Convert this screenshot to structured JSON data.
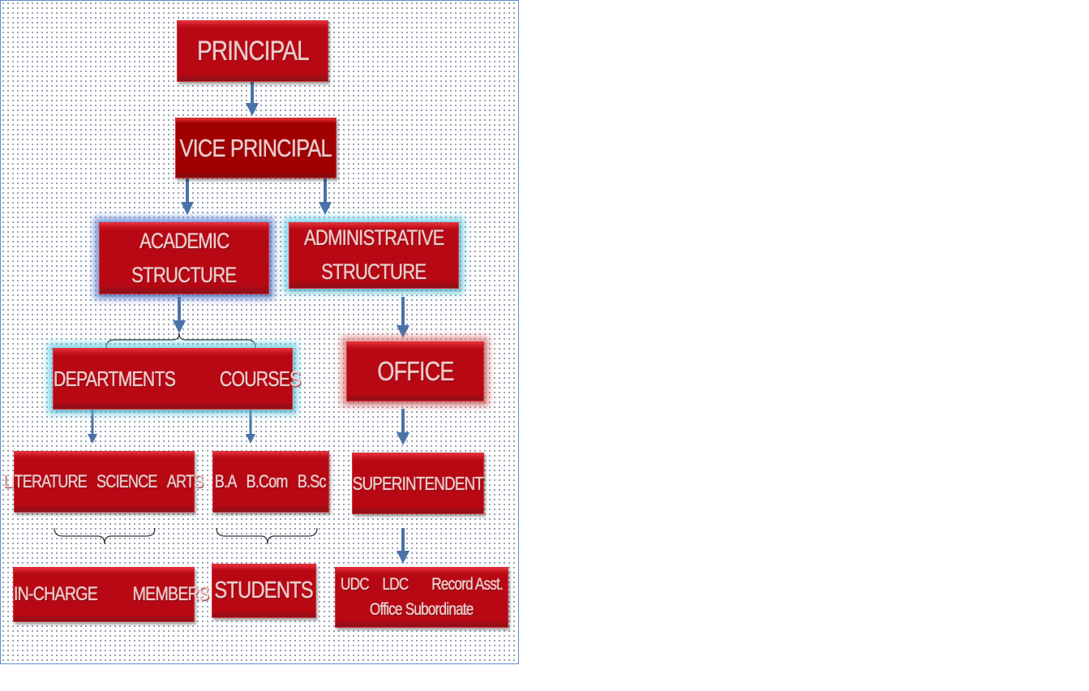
{
  "nodes": {
    "principal": "PRINCIPAL",
    "vice_principal": "VICE PRINCIPAL",
    "academic": [
      "ACADEMIC",
      "STRUCTURE"
    ],
    "administrative": [
      "ADMINISTRATIVE",
      "STRUCTURE"
    ],
    "departments": "DEPARTMENTS",
    "courses": "COURSES",
    "office": "OFFICE",
    "literature": "LITERATURE",
    "science": "SCIENCE",
    "arts": "ARTS",
    "ba": "B.A",
    "bcom": "B.Com",
    "bsc": "B.Sc",
    "superintendent": "SUPERINTENDENT",
    "in_charge": "IN-CHARGE",
    "members": "MEMBERS",
    "students": "STUDENTS",
    "udc": "UDC",
    "ldc": "LDC",
    "record_asst": "Record Asst.",
    "office_subordinate": "Office Subordinate"
  },
  "colors": {
    "box": "#b80814",
    "arrow": "#4a72a8",
    "frame": "#5b8ccf"
  }
}
